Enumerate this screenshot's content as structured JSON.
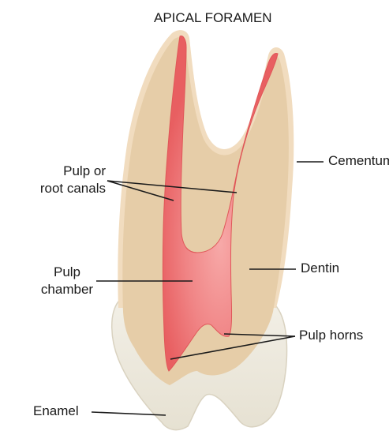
{
  "labels": {
    "apical_foramen": "APICAL FORAMEN",
    "cementum": "Cementum",
    "pulp_root_canals_line1": "Pulp or",
    "pulp_root_canals_line2": "root canals",
    "pulp_chamber_line1": "Pulp",
    "pulp_chamber_line2": "chamber",
    "dentin": "Dentin",
    "pulp_horns": "Pulp horns",
    "enamel": "Enamel"
  },
  "colors": {
    "enamel": "#ece8dc",
    "dentin": "#e6cda8",
    "cementum": "#f1dcbf",
    "pulp": "#ee6f70",
    "pulp_light": "#f4999a",
    "leader_line": "#1a1a1a"
  }
}
